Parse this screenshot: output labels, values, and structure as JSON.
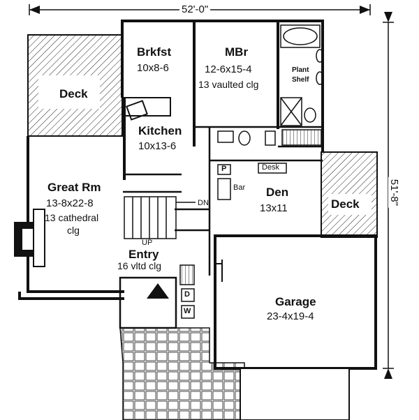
{
  "dimensions": {
    "width_label": "52'-0\"",
    "depth_label": "51'-8\""
  },
  "rooms": {
    "brkfst": {
      "name": "Brkfst",
      "size": "10x8-6"
    },
    "mbr": {
      "name": "MBr",
      "size": "12-6x15-4",
      "note": "13 vaulted clg"
    },
    "kitchen": {
      "name": "Kitchen",
      "size": "10x13-6"
    },
    "great_rm": {
      "name": "Great Rm",
      "size": "13-8x22-8",
      "note1": "13 cathedral",
      "note2": "clg"
    },
    "den": {
      "name": "Den",
      "size": "13x11"
    },
    "entry": {
      "name": "Entry",
      "note": "16 vltd clg"
    },
    "garage": {
      "name": "Garage",
      "size": "23-4x19-4"
    },
    "deck_left": {
      "name": "Deck"
    },
    "deck_right": {
      "name": "Deck"
    }
  },
  "fixtures": {
    "plant_shelf_1": "Plant",
    "plant_shelf_2": "Shelf",
    "desk": "Desk",
    "pantry": "P",
    "bar": "Bar",
    "stairs_down": "DN",
    "stairs_up": "UP",
    "dryer": "D",
    "washer": "W"
  }
}
